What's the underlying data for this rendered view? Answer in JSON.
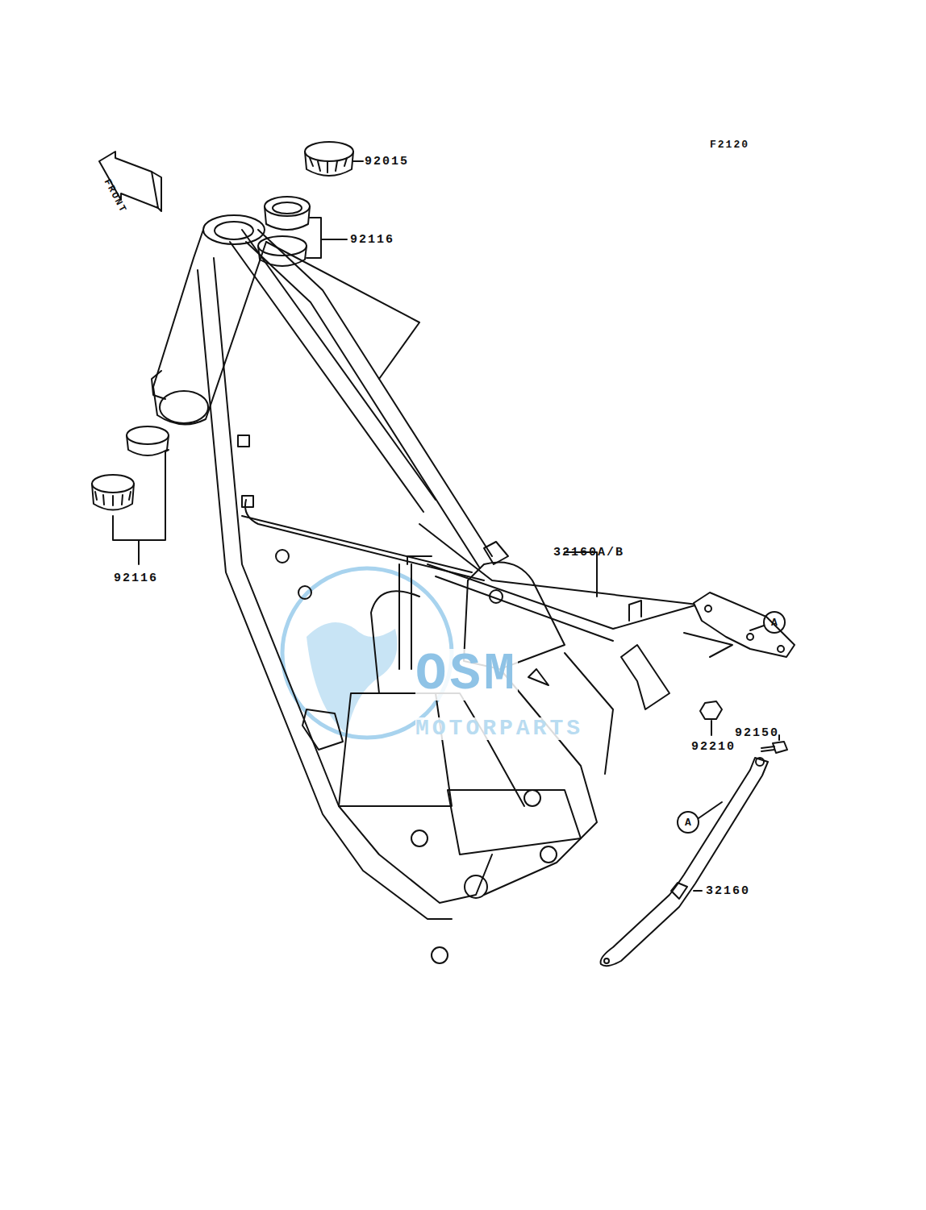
{
  "diagram": {
    "labels": [
      "F2120",
      "FRONT",
      "92015",
      "92116",
      "92116",
      "32160A/B",
      "A",
      "92210",
      "92150",
      "A",
      "32160",
      "OSM",
      "MOTORPARTS"
    ]
  }
}
